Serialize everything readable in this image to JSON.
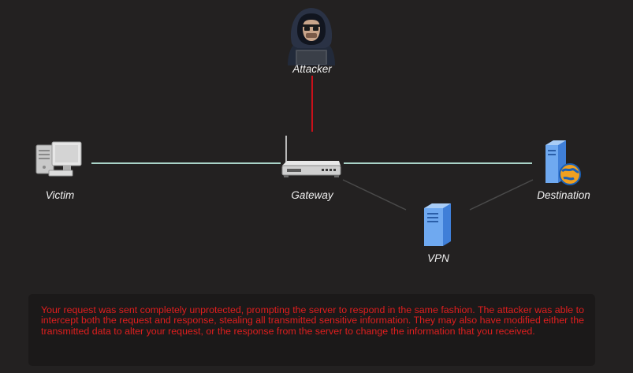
{
  "nodes": {
    "attacker": {
      "label": "Attacker",
      "icon": "hooded-hacker-icon"
    },
    "victim": {
      "label": "Victim",
      "icon": "desktop-computer-icon"
    },
    "gateway": {
      "label": "Gateway",
      "icon": "router-icon"
    },
    "destination": {
      "label": "Destination",
      "icon": "web-server-icon"
    },
    "vpn": {
      "label": "VPN",
      "icon": "server-icon"
    }
  },
  "links": [
    {
      "from": "victim",
      "to": "gateway",
      "color": "#a9d3c8"
    },
    {
      "from": "gateway",
      "to": "destination",
      "color": "#a9d3c8"
    },
    {
      "from": "attacker",
      "to": "gateway",
      "color": "#c8101a"
    },
    {
      "from": "gateway",
      "to": "vpn",
      "color": "#4a4a4a"
    },
    {
      "from": "vpn",
      "to": "destination",
      "color": "#4a4a4a"
    }
  ],
  "message": {
    "text": "Your request was sent completely unprotected, prompting the server to respond in the same fashion. The attacker was able to intercept both the request and response, stealing all transmitted sensitive information. They may also have modified either the transmitted data to alter your request, or the response from the server to change the information that you received.",
    "color": "#e01e1e"
  },
  "colors": {
    "background": "#232121",
    "panel": "#1b1919",
    "label": "#f2f2f2"
  }
}
